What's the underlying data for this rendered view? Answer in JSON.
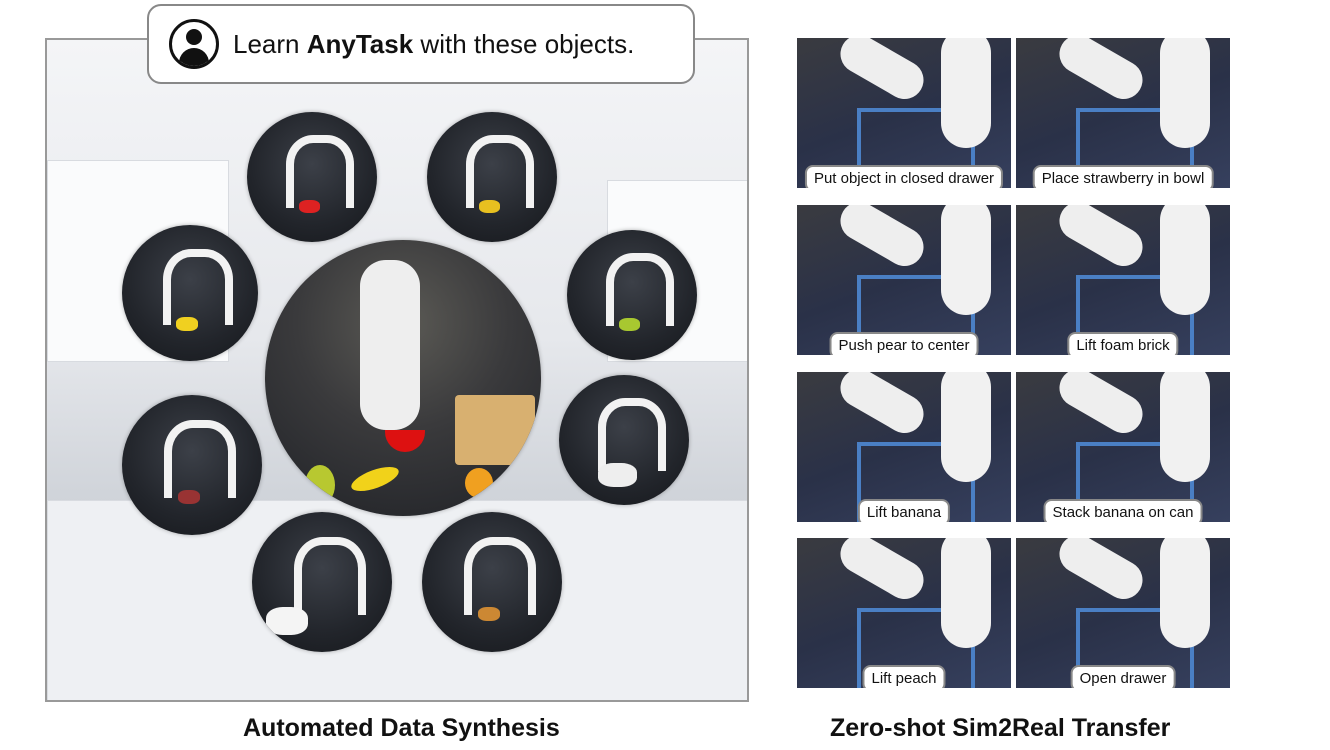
{
  "prompt": {
    "icon": "user-icon",
    "text_before": "Learn ",
    "bold": "AnyTask",
    "text_after": " with these objects."
  },
  "left_caption": "Automated Data Synthesis",
  "right_caption": "Zero-shot Sim2Real Transfer",
  "tasks": [
    "Put object in closed drawer",
    "Place strawberry in bowl",
    "Push pear to center",
    "Lift foam brick",
    "Lift banana",
    "Stack banana on can",
    "Lift peach",
    "Open drawer"
  ]
}
